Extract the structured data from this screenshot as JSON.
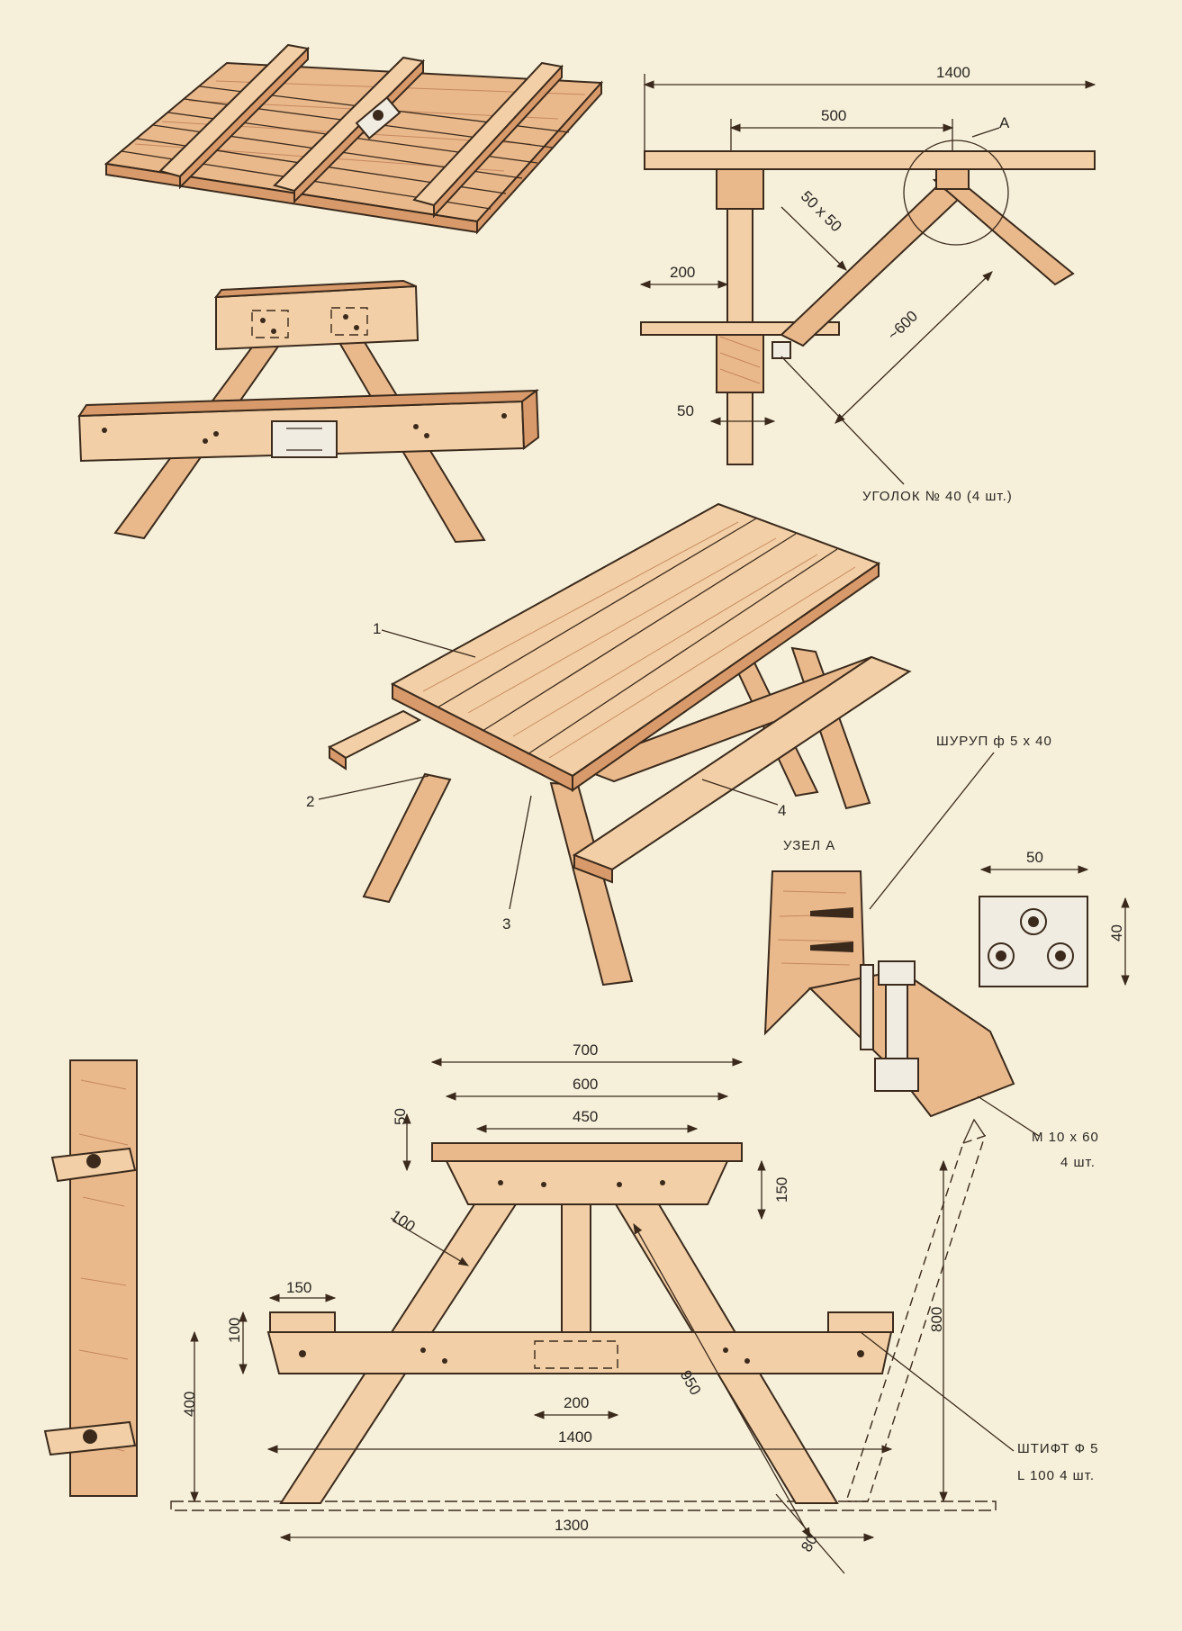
{
  "top_right_section": {
    "dim_length": "1400",
    "dim_width": "500",
    "node_marker": "А",
    "dim_section": "50 x 50",
    "dim_offset": "200",
    "dim_brace": "~600",
    "dim_post": "50",
    "corner_label": "УГОЛОК № 40 (4 шт.)"
  },
  "center_assembly": {
    "part_1": "1",
    "part_2": "2",
    "part_3": "3",
    "part_4": "4",
    "screw_label": "ШУРУП ф 5 х 40"
  },
  "node_detail": {
    "title": "УЗЕЛ А",
    "plate_width": "50",
    "plate_height": "40",
    "bolt_label_1": "М 10 х 60",
    "bolt_label_2": "4 шт."
  },
  "front_view": {
    "dim_top_outer": "700",
    "dim_top_mid": "600",
    "dim_top_inner": "450",
    "dim_top_thickness": "50",
    "dim_apron": "150",
    "dim_leg_width": "100",
    "dim_seat_block": "150",
    "dim_seat_thickness": "100",
    "dim_seat_height": "400",
    "dim_center_block": "200",
    "dim_seat_length": "1400",
    "dim_leg_length": "950",
    "dim_height": "800",
    "dim_leg_foot": "80",
    "dim_base": "1300",
    "pin_label_1": "ШТИФТ Ф 5",
    "pin_label_2": "L 100   4 шт."
  }
}
